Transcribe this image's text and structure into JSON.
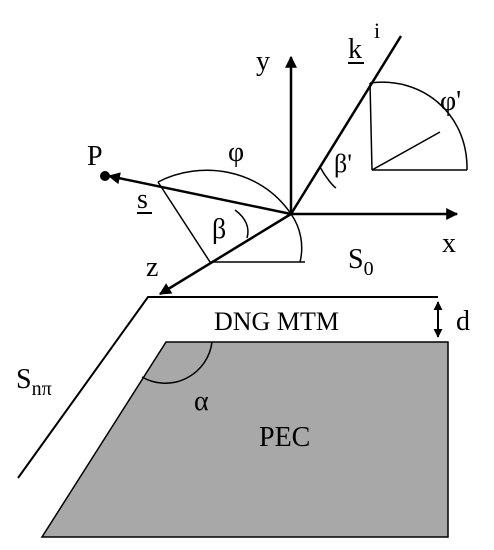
{
  "labels": {
    "y_axis": "y",
    "x_axis": "x",
    "z_axis": "z",
    "incident_vector_base": "k",
    "incident_vector_sup": "i",
    "observation_point": "P",
    "scattered_vector": "s",
    "phi": "φ",
    "phi_prime": "φ'",
    "beta": "β",
    "beta_prime": "β'",
    "surface_0_base": "S",
    "surface_0_sub": "0",
    "surface_npi_base": "S",
    "surface_npi_sub": "nπ",
    "coating": "DNG MTM",
    "thickness": "d",
    "wedge_angle": "α",
    "conductor": "PEC"
  },
  "colors": {
    "pec_fill": "#a8a8a8",
    "line": "#000000",
    "background": "#ffffff"
  }
}
